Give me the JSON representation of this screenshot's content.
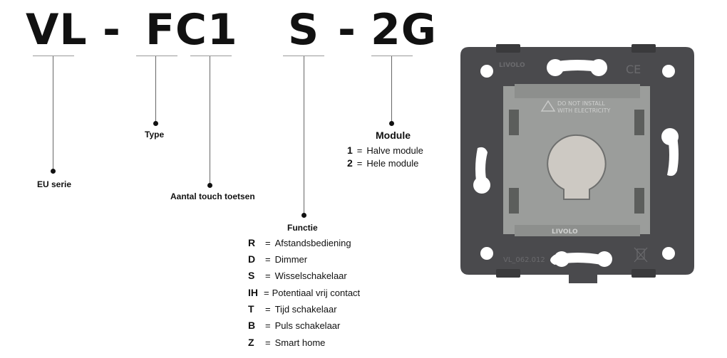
{
  "code": {
    "vl": "VL",
    "dash1": "-",
    "fc1": "FC1",
    "s": "S",
    "dash2": "-",
    "g2": "2G"
  },
  "labels": {
    "eu_serie": "EU serie",
    "type": "Type",
    "touch_count": "Aantal touch toetsen",
    "functie": "Functie",
    "module": "Module"
  },
  "module_options": [
    {
      "key": "1",
      "eq": "=",
      "value": "Halve module"
    },
    {
      "key": "2",
      "eq": "=",
      "value": "Hele module"
    }
  ],
  "function_options": [
    {
      "key": "R",
      "eq": "=",
      "value": "Afstandsbediening"
    },
    {
      "key": "D",
      "eq": "=",
      "value": "Dimmer"
    },
    {
      "key": "S",
      "eq": "=",
      "value": "Wisselschakelaar"
    },
    {
      "key": "IH",
      "eq": "=",
      "value": "Potentiaal vrij contact"
    },
    {
      "key": "T",
      "eq": "=",
      "value": "Tijd schakelaar"
    },
    {
      "key": "B",
      "eq": "=",
      "value": "Puls schakelaar"
    },
    {
      "key": "Z",
      "eq": "=",
      "value": "Smart home"
    }
  ],
  "device": {
    "brand_top": "LIVOLO",
    "warning_line1": "DO NOT INSTALL",
    "warning_line2": "WITH ELECTRICITY",
    "brand_bottom": "LIVOLO",
    "model": "VL_062.012",
    "ce_mark": "CE"
  },
  "colors": {
    "plate": "#4a4a4d",
    "module": "#9b9d9b",
    "button": "#cdc9c3"
  }
}
